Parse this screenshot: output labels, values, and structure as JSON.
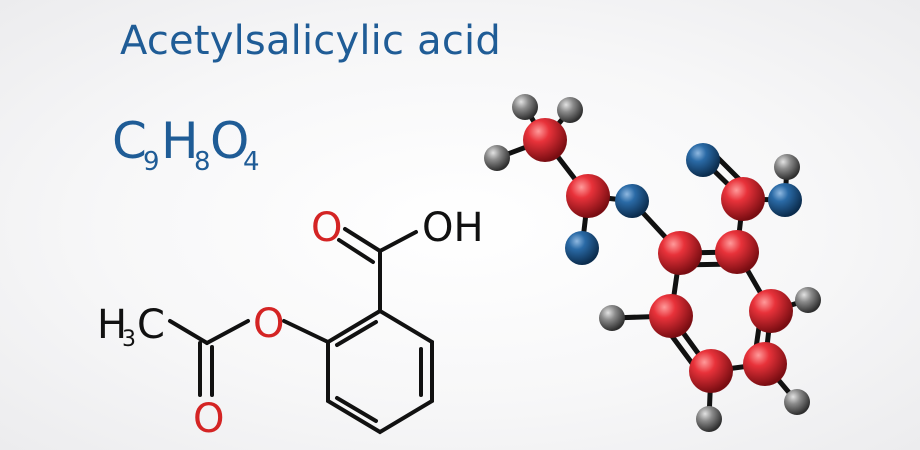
{
  "title": "Acetylsalicylic acid",
  "formula": {
    "c": "C",
    "c_n": "9",
    "h": "H",
    "h_n": "8",
    "o": "O",
    "o_n": "4"
  },
  "structure_labels": {
    "carbonyl_o_top": "O",
    "hydroxyl": "OH",
    "methyl_h": "H",
    "methyl_sub": "3",
    "methyl_c": "C",
    "ester_o": "O",
    "carbonyl_o_bottom": "O"
  },
  "colors": {
    "title": "#1f5c96",
    "oxygen_label": "#d42424",
    "bond": "#111111",
    "carbon_atom": "#d61f2a",
    "oxygen_atom": "#1f5a8f",
    "hydrogen_atom": "#777777"
  }
}
